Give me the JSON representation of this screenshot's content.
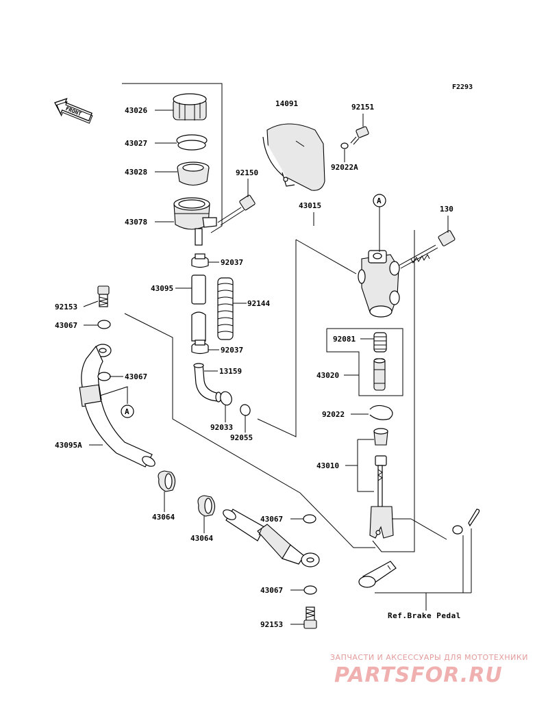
{
  "figure_code": "F2293",
  "front_label": "FRONT",
  "labels": {
    "p43026": "43026",
    "p43027": "43027",
    "p43028": "43028",
    "p43078": "43078",
    "p14091": "14091",
    "p92151": "92151",
    "p92022A": "92022A",
    "p92150": "92150",
    "p43015": "43015",
    "p130": "130",
    "pA_top": "A",
    "p92037_top": "92037",
    "p43095": "43095",
    "p92144": "92144",
    "p92037_bot": "92037",
    "p13159": "13159",
    "p92033": "92033",
    "p92055": "92055",
    "p92153_top": "92153",
    "p43067_a": "43067",
    "p43067_b": "43067",
    "pA_left": "A",
    "p43095A": "43095A",
    "p43064_a": "43064",
    "p43064_b": "43064",
    "p43067_c": "43067",
    "p43067_d": "43067",
    "p92153_bot": "92153",
    "p92081": "92081",
    "p43020": "43020",
    "p92022": "92022",
    "p43010": "43010"
  },
  "reference_note": "Ref.Brake Pedal",
  "watermark": {
    "tagline": "ЗАПЧАСТИ И АКСЕССУАРЫ ДЛЯ МОТОТЕХНИКИ",
    "logo_text": "PARTSFOR.RU"
  }
}
